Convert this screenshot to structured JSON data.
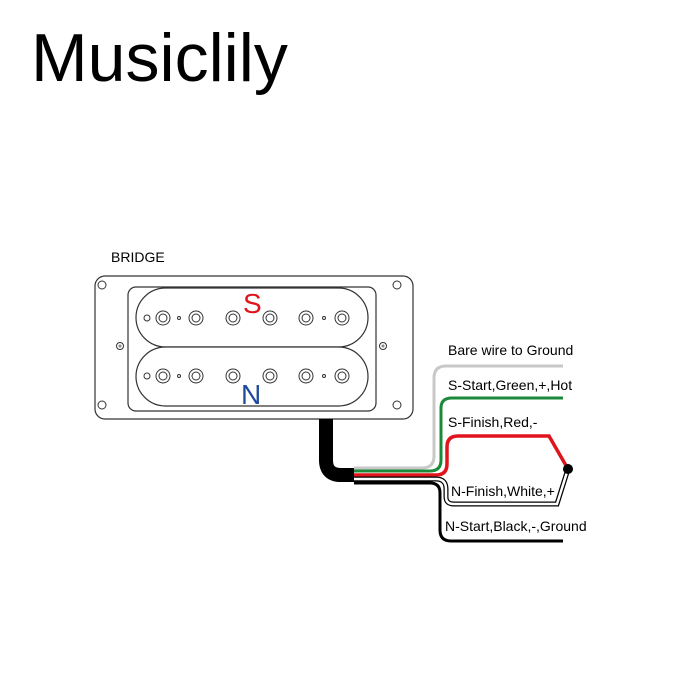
{
  "brand": {
    "title": "Musiclily"
  },
  "pickup": {
    "position_label": "BRIDGE",
    "coils": [
      {
        "name": "S",
        "color": "#e0141c"
      },
      {
        "name": "N",
        "color": "#1f4a9e"
      }
    ]
  },
  "wires": [
    {
      "label": "Bare wire to Ground",
      "color": "#c8c8c8"
    },
    {
      "label": "S-Start,Green,+,Hot",
      "color": "#1a8a3a"
    },
    {
      "label": "S-Finish,Red,-",
      "color": "#e0141c"
    },
    {
      "label": "N-Finish,White,+",
      "color": "#ffffff"
    },
    {
      "label": "N-Start,Black,-,Ground",
      "color": "#000000"
    }
  ]
}
